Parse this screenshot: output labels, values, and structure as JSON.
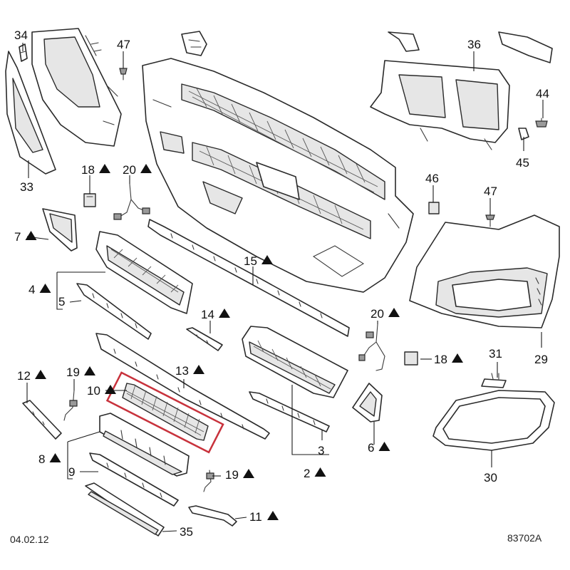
{
  "diagram": {
    "callouts": [
      {
        "id": "c34",
        "label": "34",
        "triangle": false
      },
      {
        "id": "c47a",
        "label": "47",
        "triangle": false
      },
      {
        "id": "c36",
        "label": "36",
        "triangle": false
      },
      {
        "id": "c44",
        "label": "44",
        "triangle": false
      },
      {
        "id": "c45",
        "label": "45",
        "triangle": false
      },
      {
        "id": "c33",
        "label": "33",
        "triangle": false
      },
      {
        "id": "c18a",
        "label": "18",
        "triangle": true
      },
      {
        "id": "c20a",
        "label": "20",
        "triangle": true
      },
      {
        "id": "c46",
        "label": "46",
        "triangle": false
      },
      {
        "id": "c47b",
        "label": "47",
        "triangle": false
      },
      {
        "id": "c7",
        "label": "7",
        "triangle": true
      },
      {
        "id": "c15",
        "label": "15",
        "triangle": true
      },
      {
        "id": "c4",
        "label": "4",
        "triangle": true
      },
      {
        "id": "c5",
        "label": "5",
        "triangle": false
      },
      {
        "id": "c14",
        "label": "14",
        "triangle": true
      },
      {
        "id": "c20b",
        "label": "20",
        "triangle": true
      },
      {
        "id": "c18b",
        "label": "18",
        "triangle": true
      },
      {
        "id": "c29",
        "label": "29",
        "triangle": false
      },
      {
        "id": "c31",
        "label": "31",
        "triangle": false
      },
      {
        "id": "c12",
        "label": "12",
        "triangle": true
      },
      {
        "id": "c19a",
        "label": "19",
        "triangle": true
      },
      {
        "id": "c13",
        "label": "13",
        "triangle": true
      },
      {
        "id": "c10",
        "label": "10",
        "triangle": true
      },
      {
        "id": "c3",
        "label": "3",
        "triangle": false
      },
      {
        "id": "c2",
        "label": "2",
        "triangle": true
      },
      {
        "id": "c6",
        "label": "6",
        "triangle": true
      },
      {
        "id": "c30",
        "label": "30",
        "triangle": false
      },
      {
        "id": "c8",
        "label": "8",
        "triangle": true
      },
      {
        "id": "c9",
        "label": "9",
        "triangle": false
      },
      {
        "id": "c19b",
        "label": "19",
        "triangle": true
      },
      {
        "id": "c11",
        "label": "11",
        "triangle": true
      },
      {
        "id": "c35",
        "label": "35",
        "triangle": false
      }
    ],
    "highlighted_part": "10",
    "highlight_color": "#c8323c",
    "line_color": "#2a2a2a",
    "figure_id": "83702A",
    "corner_code": "04.02.12"
  }
}
